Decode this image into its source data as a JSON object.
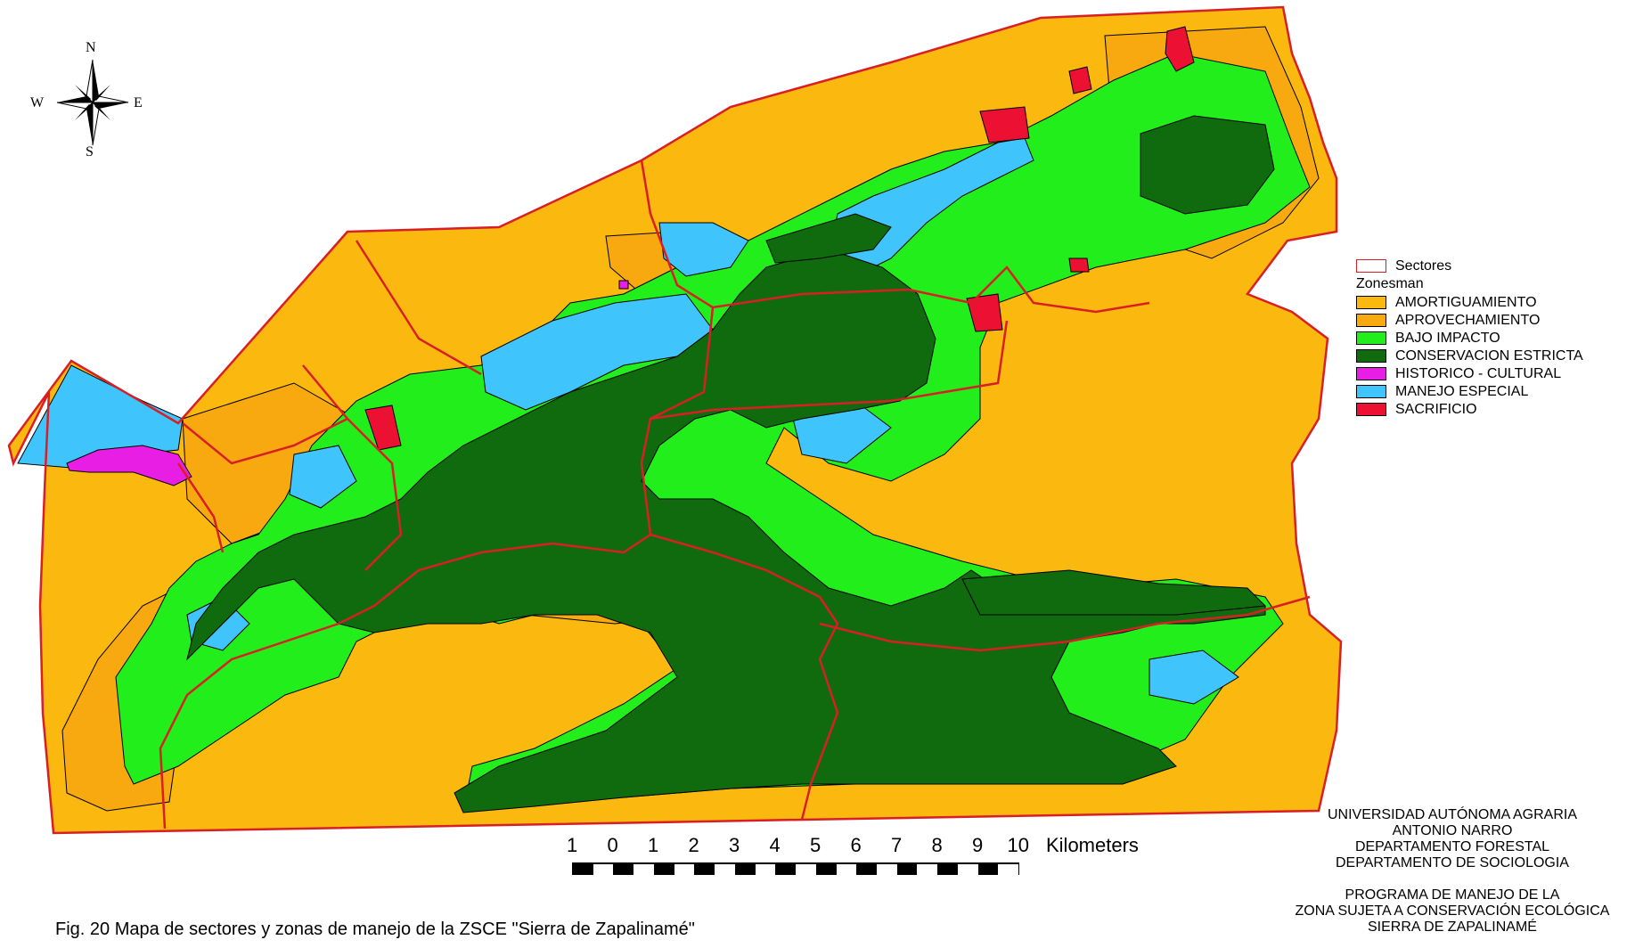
{
  "compass": {
    "n": "N",
    "s": "S",
    "e": "E",
    "w": "W"
  },
  "legend": {
    "sectores_label": "Sectores",
    "group_label": "Zonesman",
    "items": [
      {
        "label": "AMORTIGUAMIENTO",
        "color": "#FBB80E"
      },
      {
        "label": "APROVECHAMIENTO",
        "color": "#F7A90F"
      },
      {
        "label": "BAJO IMPACTO",
        "color": "#22EE1C"
      },
      {
        "label": "CONSERVACION ESTRICTA",
        "color": "#0F6B0E"
      },
      {
        "label": "HISTORICO - CULTURAL",
        "color": "#E91EE4"
      },
      {
        "label": "MANEJO ESPECIAL",
        "color": "#3FC5FB"
      },
      {
        "label": "SACRIFICIO",
        "color": "#EC1033"
      }
    ],
    "sector_color": "#D81F26"
  },
  "scale": {
    "numbers": [
      "1",
      "0",
      "1",
      "2",
      "3",
      "4",
      "5",
      "6",
      "7",
      "8",
      "9",
      "10"
    ],
    "unit": "Kilometers"
  },
  "credits": [
    "UNIVERSIDAD AUTÓNOMA AGRARIA",
    "ANTONIO NARRO",
    "DEPARTAMENTO FORESTAL",
    "DEPARTAMENTO DE SOCIOLOGIA",
    "",
    "PROGRAMA DE MANEJO DE LA",
    "ZONA SUJETA A CONSERVACIÓN ECOLÓGICA",
    "SIERRA DE ZAPALINAMÉ"
  ],
  "caption": "Fig. 20 Mapa de sectores y zonas de manejo de la ZSCE \"Sierra de Zapalinamé\""
}
